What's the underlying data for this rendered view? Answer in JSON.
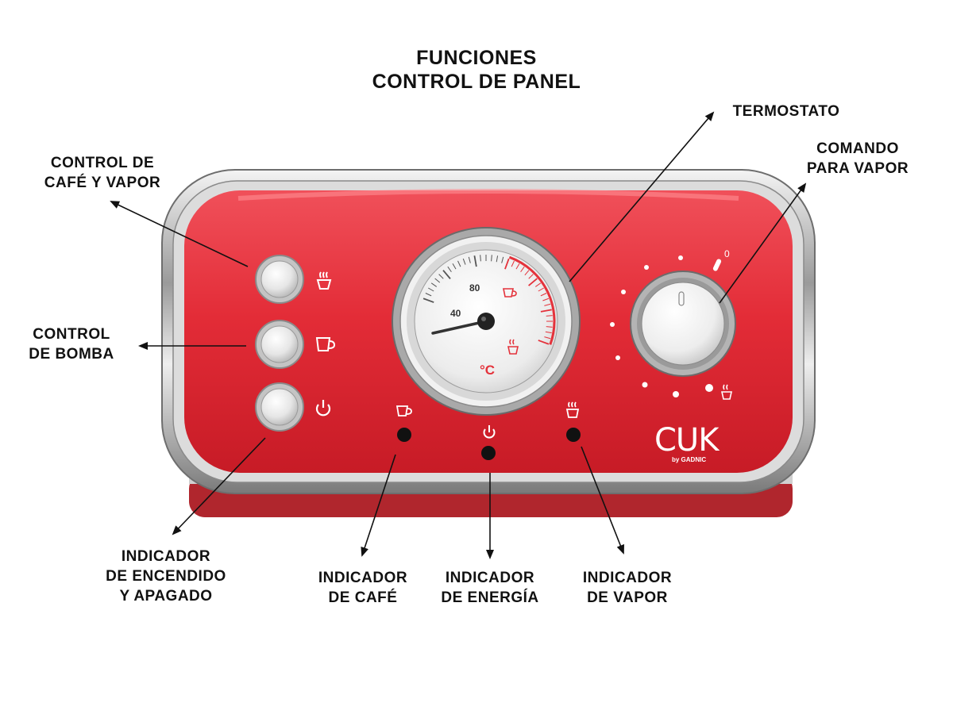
{
  "title": {
    "line1": "FUNCIONES",
    "line2": "CONTROL DE PANEL"
  },
  "callouts": {
    "control_cafe_vapor": [
      "CONTROL DE",
      "CAFÉ Y VAPOR"
    ],
    "control_bomba": [
      "CONTROL",
      "DE BOMBA"
    ],
    "indicador_encendido": [
      "INDICADOR",
      "DE ENCENDIDO",
      "Y APAGADO"
    ],
    "termostato": [
      "TERMOSTATO"
    ],
    "comando_vapor": [
      "COMANDO",
      "PARA VAPOR"
    ],
    "indicador_cafe": [
      "INDICADOR",
      "DE CAFÉ"
    ],
    "indicador_energia": [
      "INDICADOR",
      "DE ENERGÍA"
    ],
    "indicador_vapor": [
      "INDICADOR",
      "DE VAPOR"
    ]
  },
  "gauge": {
    "tick_labels": [
      "40",
      "80"
    ],
    "unit": "°C",
    "needle_value": 10
  },
  "brand": {
    "logo": "CUK",
    "sub": "by GADNIC"
  },
  "icons": {
    "buttons": [
      "steam-icon",
      "cup-icon",
      "power-icon"
    ],
    "indicators": [
      "cup-icon",
      "power-icon",
      "steam-icon"
    ]
  },
  "colors": {
    "panel_red": "#e8303a",
    "chrome": "#c9c9c9",
    "arrow": "#111111",
    "indicator_light": "#111111"
  }
}
